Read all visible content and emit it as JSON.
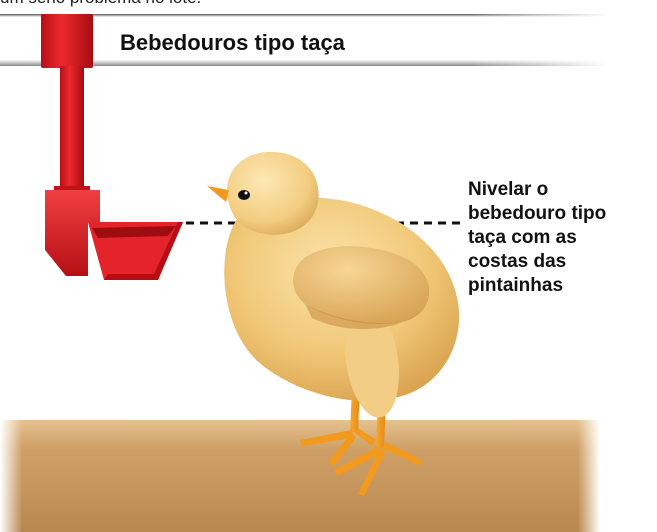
{
  "header_text": "um sério problema no lote.",
  "pipe_title": "Bebedouros tipo taça",
  "annotation_lines": [
    "Nivelar o",
    "bebedouro tipo",
    "taça com as",
    "costas das",
    "pintainhas"
  ],
  "colors": {
    "drinker_red": "#d8141c",
    "chick_yellow": "#f4cf86",
    "leg_orange": "#f29a1e",
    "floor": "#c89a62"
  },
  "icons": [
    "cup-drinker-illustration",
    "chick-illustration",
    "floor-illustration"
  ]
}
